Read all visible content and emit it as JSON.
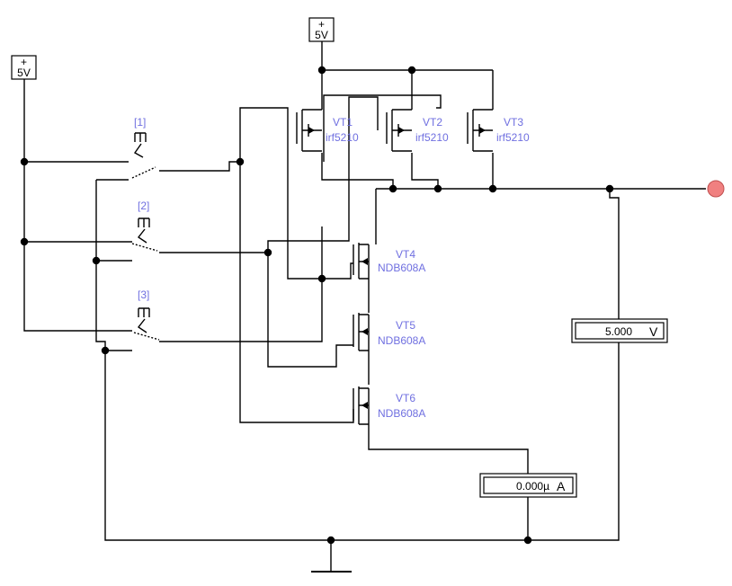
{
  "sources": {
    "supply_left": "5V",
    "supply_top": "5V",
    "plus_sign": "+"
  },
  "switches": [
    "[1]",
    "[2]",
    "[3]"
  ],
  "transistors": [
    {
      "name": "VT1",
      "model": "irf5210"
    },
    {
      "name": "VT2",
      "model": "irf5210"
    },
    {
      "name": "VT3",
      "model": "irf5210"
    },
    {
      "name": "VT4",
      "model": "NDB608A"
    },
    {
      "name": "VT5",
      "model": "NDB608A"
    },
    {
      "name": "VT6",
      "model": "NDB608A"
    }
  ],
  "voltmeter": {
    "value": "5.000",
    "unit": "V"
  },
  "ammeter": {
    "value": "0.000µ",
    "unit": "A"
  },
  "colors": {
    "label": "#6f6fe0",
    "probe": "#f08080",
    "wire": "#000000"
  }
}
